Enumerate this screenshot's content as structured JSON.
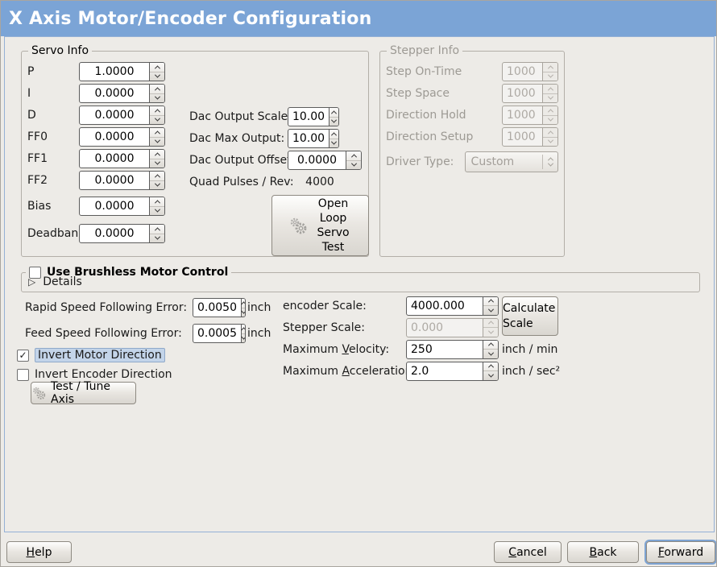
{
  "window": {
    "title": "X Axis Motor/Encoder Configuration"
  },
  "colors": {
    "banner": "#7ba4d6",
    "selection_highlight": "#c3d4e9",
    "focus_ring": "#7da3d2",
    "background": "#edebe7"
  },
  "icons": {
    "expander": "▷",
    "check": "✓"
  },
  "servo": {
    "legend": "Servo Info",
    "params": [
      {
        "label": "P",
        "value": "1.0000"
      },
      {
        "label": "I",
        "value": "0.0000"
      },
      {
        "label": "D",
        "value": "0.0000"
      },
      {
        "label": "FF0",
        "value": "0.0000"
      },
      {
        "label": "FF1",
        "value": "0.0000"
      },
      {
        "label": "FF2",
        "value": "0.0000"
      },
      {
        "label": "Bias",
        "value": "0.0000"
      },
      {
        "label": "Deadband",
        "value": "0.0000"
      }
    ],
    "dac": [
      {
        "label": "Dac Output Scale:",
        "value": "10.00"
      },
      {
        "label": "Dac Max Output:",
        "value": "10.00"
      },
      {
        "label": "Dac Output Offset:",
        "value": "0.0000"
      }
    ],
    "quad": {
      "label": "Quad Pulses / Rev:",
      "value": "4000"
    },
    "open_loop_button": "Open Loop Servo Test"
  },
  "stepper": {
    "legend": "Stepper Info",
    "rows": [
      {
        "label": "Step On-Time",
        "value": "1000"
      },
      {
        "label": "Step Space",
        "value": "1000"
      },
      {
        "label": "Direction Hold",
        "value": "1000"
      },
      {
        "label": "Direction Setup",
        "value": "1000"
      }
    ],
    "driver": {
      "label": "Driver Type:",
      "value": "Custom"
    }
  },
  "brushless": {
    "label": "Use Brushless Motor Control",
    "checked": "",
    "details": "Details"
  },
  "errors": [
    {
      "label": "Rapid Speed Following Error:",
      "value": "0.0050",
      "unit": "inch"
    },
    {
      "label": "Feed Speed Following Error:",
      "value": "0.0005",
      "unit": "inch"
    }
  ],
  "scales": {
    "encoder": {
      "label": "encoder Scale:",
      "value": "4000.000"
    },
    "calculate_button": "Calculate Scale",
    "stepper": {
      "label": "Stepper Scale:",
      "value": "0.000"
    },
    "velocity": {
      "pre": "Maximum ",
      "mn": "V",
      "post": "elocity:",
      "value": "250",
      "unit": "inch / min"
    },
    "accel": {
      "pre": "Maximum ",
      "mn": "A",
      "post": "cceleration:",
      "value": "2.0",
      "unit": "inch / sec²"
    }
  },
  "invert": {
    "motor": {
      "label": "Invert Motor Direction",
      "checked": "✓"
    },
    "encoder": {
      "label": "Invert Encoder Direction",
      "checked": ""
    }
  },
  "test_tune_button": "Test / Tune Axis",
  "footer": {
    "help": {
      "mn": "H",
      "post": "elp"
    },
    "cancel": {
      "mn": "C",
      "post": "ancel"
    },
    "back": {
      "mn": "B",
      "post": "ack"
    },
    "forward": {
      "mn": "F",
      "post": "orward"
    }
  }
}
